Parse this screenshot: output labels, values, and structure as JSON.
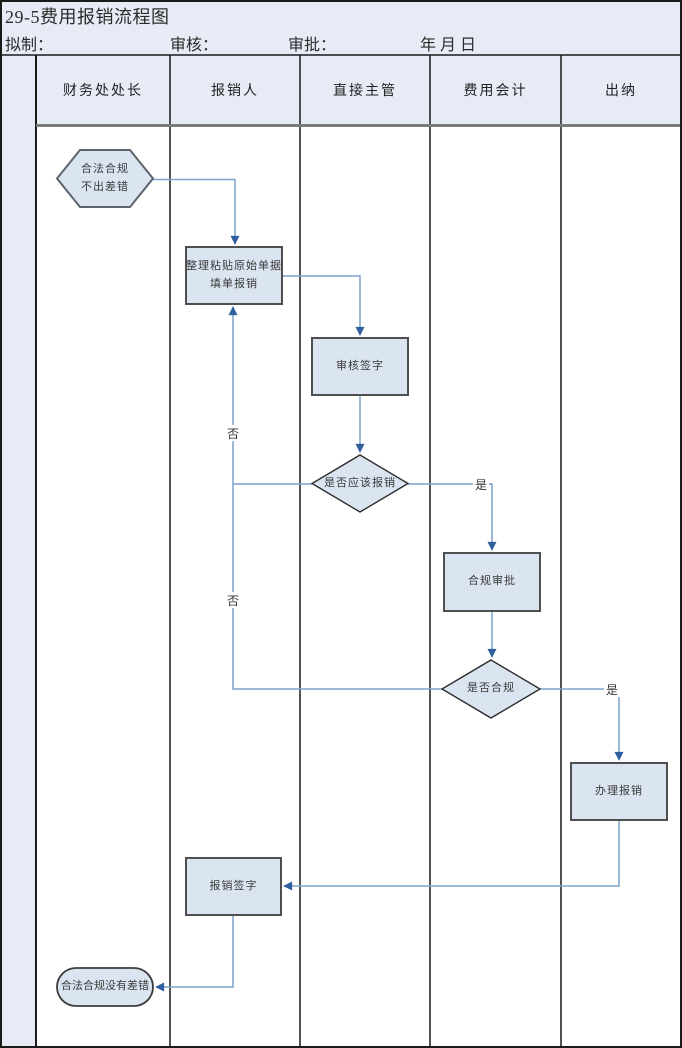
{
  "header": {
    "title": "29-5费用报销流程图",
    "meta": {
      "drafted": "拟制：",
      "reviewed": "审核：",
      "approved": "审批：",
      "date": "年 月 日"
    }
  },
  "lanes": [
    {
      "label": "财务处处长"
    },
    {
      "label": "报销人"
    },
    {
      "label": "直接主管"
    },
    {
      "label": "费用会计"
    },
    {
      "label": "出纳"
    }
  ],
  "nodes": {
    "start": "合法合规\n不出差错",
    "prepare": "整理粘贴原始单据\n填单报销",
    "review_sign": "审核签字",
    "should_reimburse": "是否应该报销",
    "compliance_approval": "合规审批",
    "is_compliant": "是否合规",
    "process_reimburse": "办理报销",
    "reimburse_sign": "报销签字",
    "end": "合法合规没有差错"
  },
  "edge_labels": {
    "yes": "是",
    "no": "否"
  },
  "colors": {
    "panel_background": "#e6ebf6",
    "shape_fill": "#dbe4f1",
    "shape_border": "#4f4f4f",
    "connector_line": "#7ea2cc",
    "arrowhead": "#2e609f",
    "grid_border": "#1a1a1a",
    "header_divider": "#7a7a7a"
  }
}
